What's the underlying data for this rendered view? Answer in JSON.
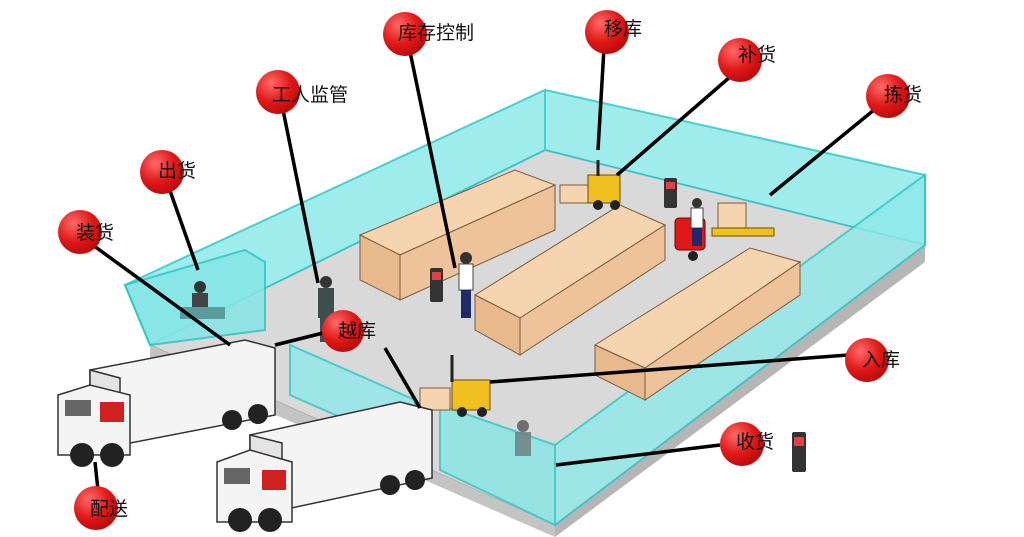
{
  "colors": {
    "wall": "#7fe6e6",
    "wall_edge": "#28c8c8",
    "floor": "#d8d8d8",
    "floor_side": "#b9b9b9",
    "box": "#f2c9a2",
    "box_edge": "#7a5a3c",
    "dot": "#e01818",
    "forklift": "#f0c020",
    "truck_body": "#f4f4f4"
  },
  "labels": {
    "inventory_control": "库存控制",
    "move_stock": "移库",
    "replenish": "补货",
    "worker_monitoring": "工人监管",
    "picking": "拣货",
    "shipping": "出货",
    "loading": "装货",
    "cross_dock": "越库",
    "put_away": "入库",
    "receiving": "收货",
    "delivery": "配送"
  }
}
